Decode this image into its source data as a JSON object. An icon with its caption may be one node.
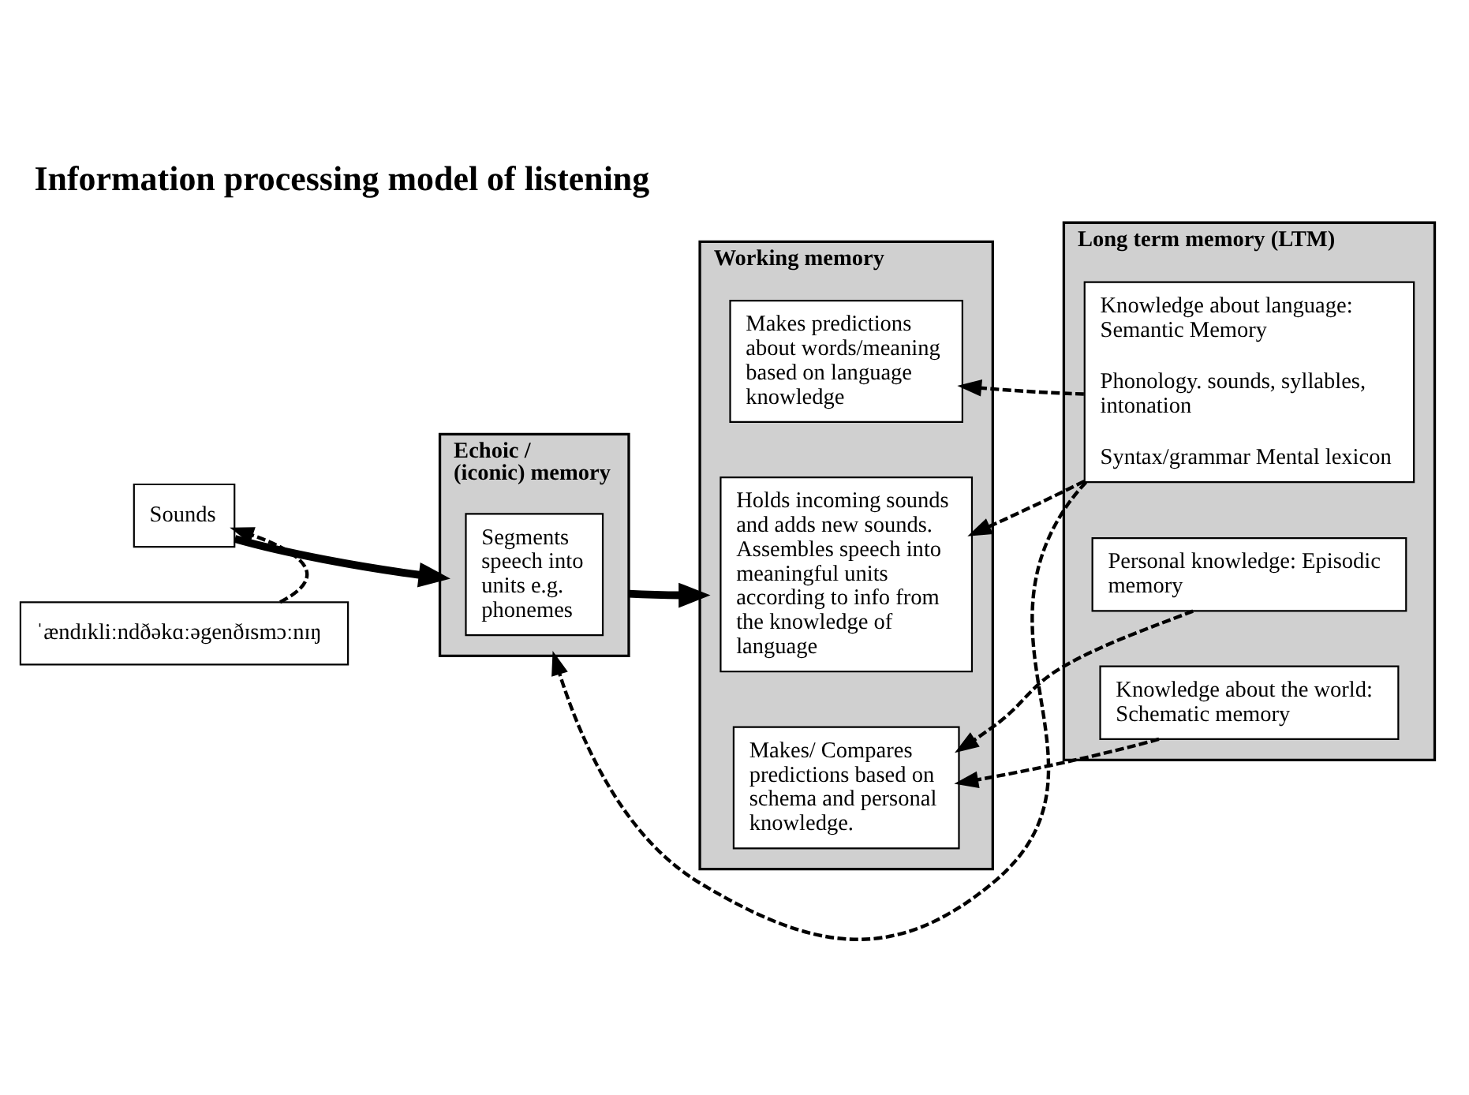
{
  "diagram": {
    "title": "Information processing model of listening",
    "nodes": [
      {
        "text": [
          "Sounds"
        ]
      },
      {
        "text": [
          "Echoic / (iconic) memory"
        ]
      },
      {
        "text": [
          "Segments speech into units e.g. phonemes"
        ],
        "in": 1
      },
      {
        "text": [
          "Working memory"
        ]
      },
      {
        "text": [
          "Holds incoming sounds and adds new sounds. Assembles speech into meaningful units according to info from the knowledge of language"
        ],
        "in": 3
      },
      {
        "text": [
          "Makes predictions about words/meaning based on language knowledge"
        ],
        "in": 3
      },
      {
        "text": [
          "Makes/ Compares predictions based on schema and personal knowledge."
        ],
        "in": 3
      },
      {
        "text": [
          "Long term memory (LTM)"
        ]
      },
      {
        "text": [
          "Knowledge about language: Semantic Memory",
          "Phonology. sounds, syllables, intonation",
          "Syntax/grammar Mental lexicon"
        ],
        "in": 7
      },
      {
        "text": [
          "Knowledge about the world: Schematic memory"
        ],
        "in": 7
      },
      {
        "text": [
          "Personal knowledge: Episodic memory"
        ],
        "in": 7
      },
      {
        "text": [
          "ˈændɪkliːndðəkɑːəgenðɪsmɔːnɪŋ"
        ]
      }
    ],
    "edges": [
      {
        "from": 0,
        "to": 1,
        "arrow": "to",
        "style": "thick"
      },
      {
        "from": 1,
        "to": 3,
        "arrow": "to",
        "style": "thick"
      },
      {
        "from": 8,
        "to": 1,
        "arrow": "to",
        "style": "dashed"
      },
      {
        "from": 8,
        "to": 4,
        "arrow": "to",
        "style": "dashed"
      },
      {
        "from": 8,
        "to": 5,
        "arrow": "to",
        "style": "dashed"
      },
      {
        "from": 9,
        "to": 6,
        "arrow": "to",
        "style": "dashed"
      },
      {
        "from": 10,
        "to": 6,
        "arrow": "to",
        "style": "dashed"
      },
      {
        "from": 11,
        "to": 0,
        "arrow": "to",
        "style": "dashed"
      }
    ]
  }
}
